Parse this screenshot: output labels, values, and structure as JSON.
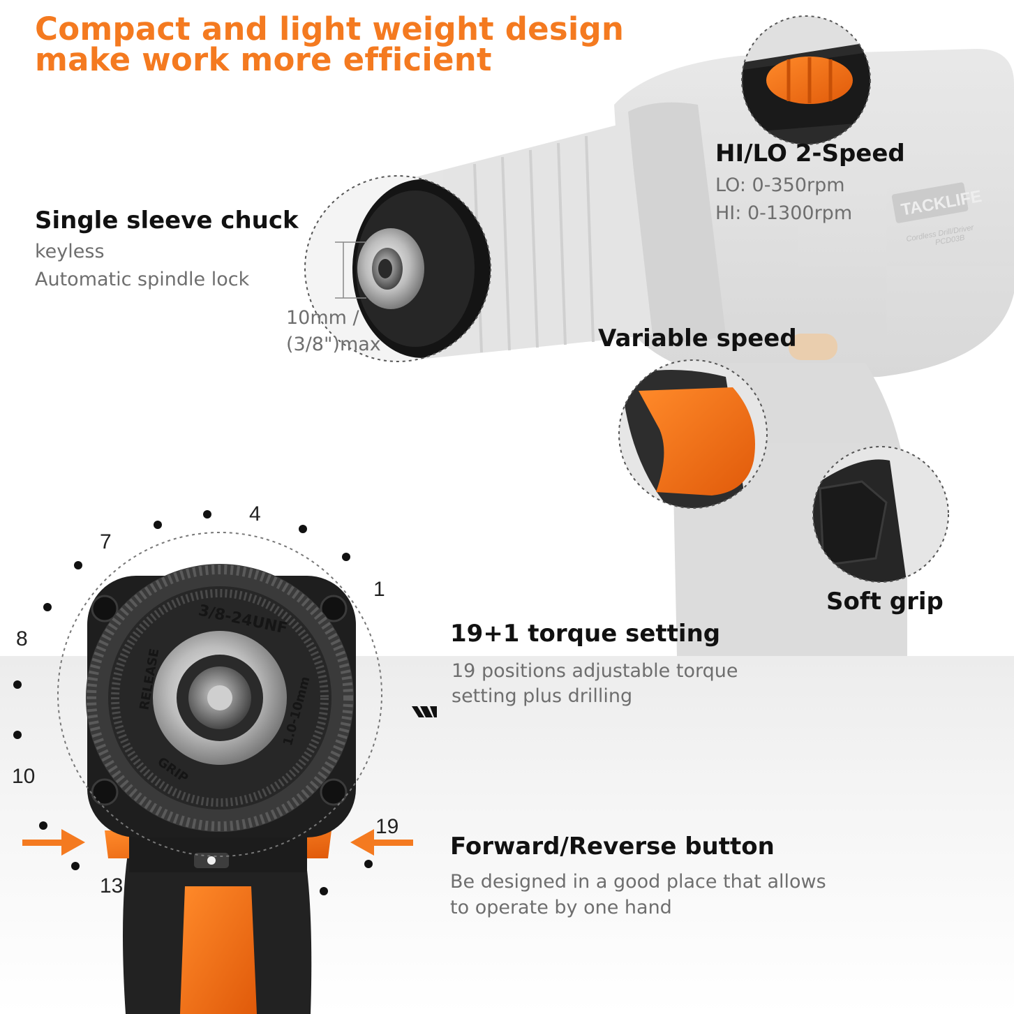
{
  "headline": {
    "line1": "Compact and light weight design",
    "line2": "make work more efficient"
  },
  "features": {
    "chuck": {
      "title": "Single sleeve chuck",
      "line1": "keyless",
      "line2": "Automatic spindle lock",
      "dimension_line1": "10mm /",
      "dimension_line2": "(3/8\")max"
    },
    "speed2": {
      "title": "HI/LO 2-Speed",
      "line1": "LO: 0-350rpm",
      "line2": "HI: 0-1300rpm"
    },
    "variable": {
      "title": "Variable speed"
    },
    "grip": {
      "title": "Soft grip"
    },
    "torque": {
      "title": "19+1 torque setting",
      "line1": "19 positions adjustable torque",
      "line2": "setting plus drilling"
    },
    "forward": {
      "title": "Forward/Reverse button",
      "line1": "Be designed in a good place that allows",
      "line2": "to operate by one hand"
    }
  },
  "dial": {
    "labels": [
      "4",
      "7",
      "1",
      "8",
      "10",
      "19",
      "13"
    ]
  },
  "brand": {
    "logo_text": "TACKLIFE",
    "model_line1": "Cordless Drill/Driver",
    "model_line2": "PCD03B"
  },
  "chuck_face": {
    "text_top": "3/8-24UNF",
    "text_right": "1.0-10mm",
    "text_left": "RELEASE",
    "text_bottom": "GRIP"
  },
  "colors": {
    "accent_orange": "#f47a20",
    "title_text": "#111111",
    "sub_text": "#6e6e6e",
    "tool_black": "#2a2a2a",
    "ghost_gray": "#dadada"
  }
}
